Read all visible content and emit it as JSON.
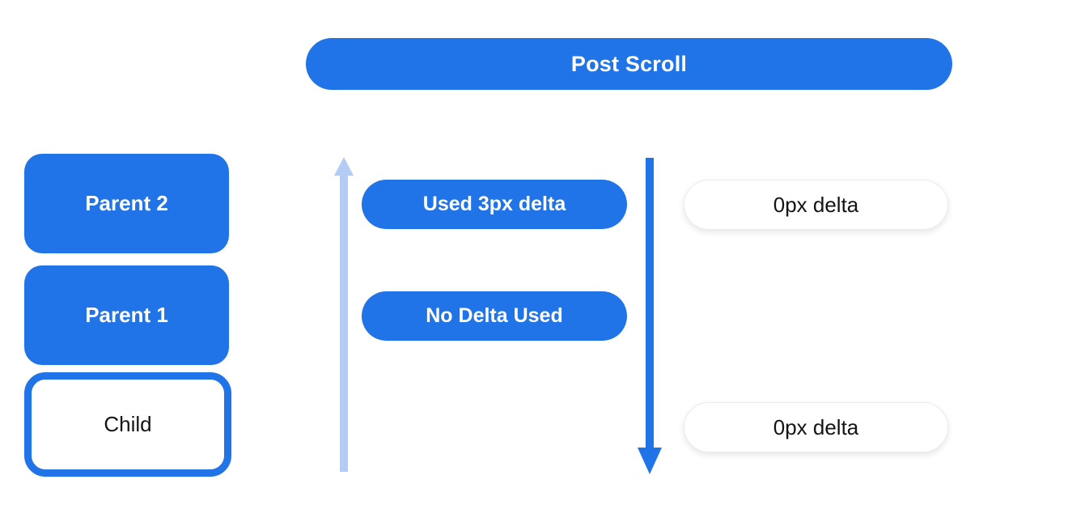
{
  "diagram": {
    "title_pill": {
      "label": "Post Scroll",
      "color": "#2174e8"
    },
    "stack": [
      {
        "label": "Parent 2",
        "variant": "filled"
      },
      {
        "label": "Parent 1",
        "variant": "filled"
      },
      {
        "label": "Child",
        "variant": "outlined"
      }
    ],
    "middle_pills": [
      {
        "label": "Used 3px delta"
      },
      {
        "label": "No Delta Used"
      }
    ],
    "right_pills": [
      {
        "label": "0px delta"
      },
      {
        "label": "0px delta"
      }
    ],
    "arrows": [
      {
        "name": "scroll-up-arrow",
        "direction": "up",
        "color": "#b3ccf4"
      },
      {
        "name": "scroll-down-arrow",
        "direction": "down",
        "color": "#2174e8"
      }
    ],
    "colors": {
      "primary_blue": "#2174e8",
      "light_blue": "#b3ccf4",
      "pill_white": "#ffffff",
      "text_dark": "#141414",
      "text_light": "#ffffff"
    }
  }
}
